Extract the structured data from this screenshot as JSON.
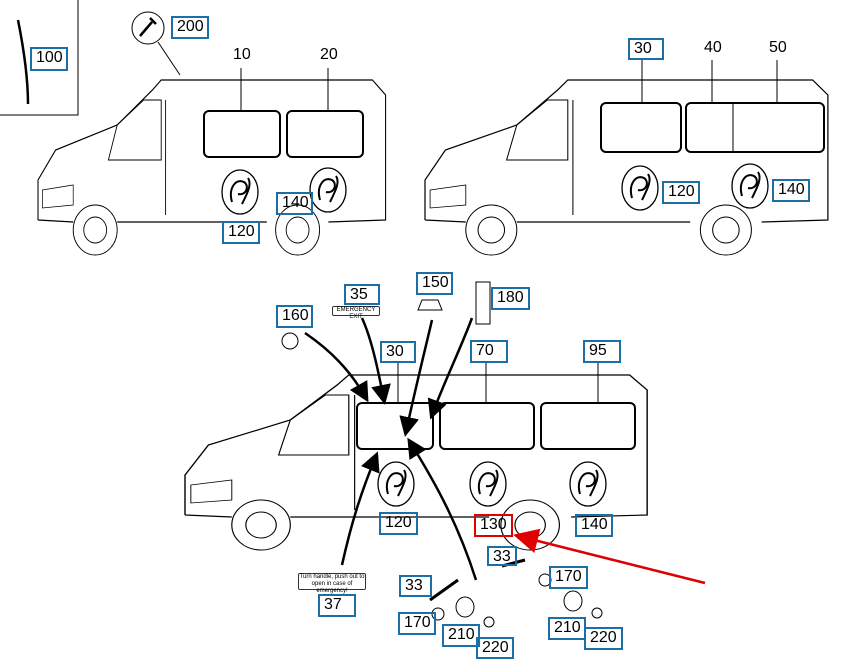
{
  "callouts": {
    "c100": "100",
    "c200": "200",
    "c140a": "140",
    "c120a": "120",
    "c30a": "30",
    "c120b": "120",
    "c140b": "140",
    "c35": "35",
    "c150": "150",
    "c180": "180",
    "c160": "160",
    "c30b": "30",
    "c70": "70",
    "c95": "95",
    "c120c": "120",
    "c130": "130",
    "c140c": "140",
    "c33a": "33",
    "c170a": "170",
    "c33b": "33",
    "c170b": "170",
    "c37": "37",
    "c210a": "210",
    "c220a": "220",
    "c210b": "210",
    "c220b": "220"
  },
  "plain_labels": {
    "p10": "10",
    "p20": "20",
    "p40": "40",
    "p50": "50"
  },
  "signs": {
    "emergency_exit": "EMERGENCY EXIT",
    "instruction": "Turn handle, push out to open in case of emergency!"
  },
  "highlight": {
    "selected_callout": "130",
    "color": "#e00000",
    "callout_border_color": "#1b6fa6"
  }
}
